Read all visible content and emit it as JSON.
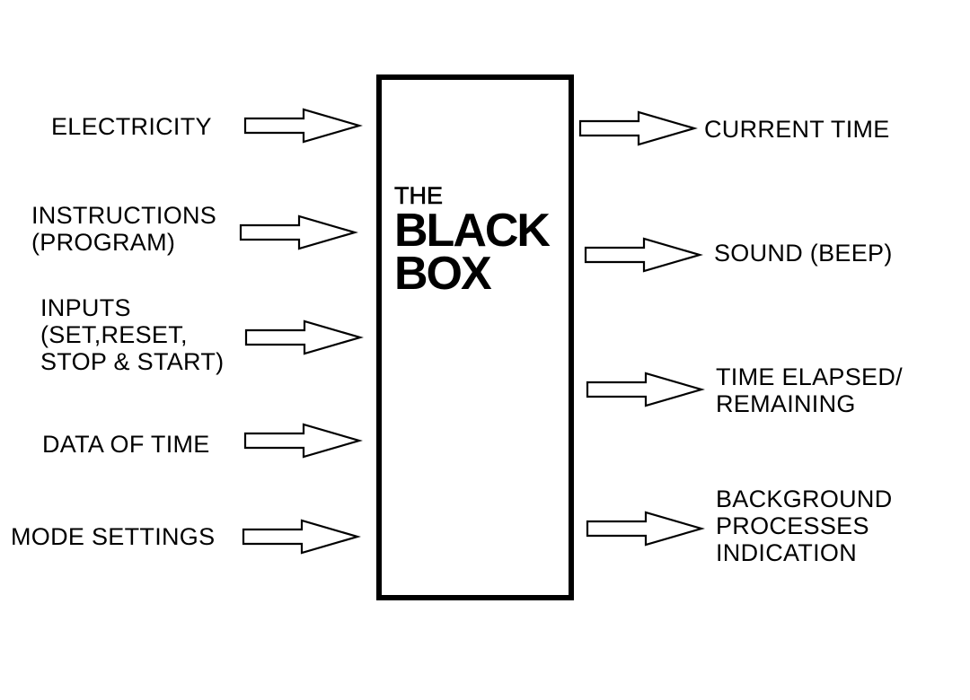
{
  "box": {
    "title_small": "THE",
    "title_line1": "BLACK",
    "title_line2": "BOX"
  },
  "inputs": [
    {
      "lines": [
        "ELECTRICITY"
      ]
    },
    {
      "lines": [
        "INSTRUCTIONS",
        "(PROGRAM)"
      ]
    },
    {
      "lines": [
        "INPUTS",
        "(SET,RESET,",
        "STOP & START)"
      ]
    },
    {
      "lines": [
        "DATA OF TIME"
      ]
    },
    {
      "lines": [
        "MODE SETTINGS"
      ]
    }
  ],
  "outputs": [
    {
      "lines": [
        "CURRENT TIME"
      ]
    },
    {
      "lines": [
        "SOUND (BEEP)"
      ]
    },
    {
      "lines": [
        "TIME ELAPSED/",
        "REMAINING"
      ]
    },
    {
      "lines": [
        "BACKGROUND",
        "PROCESSES",
        "INDICATION"
      ]
    }
  ]
}
